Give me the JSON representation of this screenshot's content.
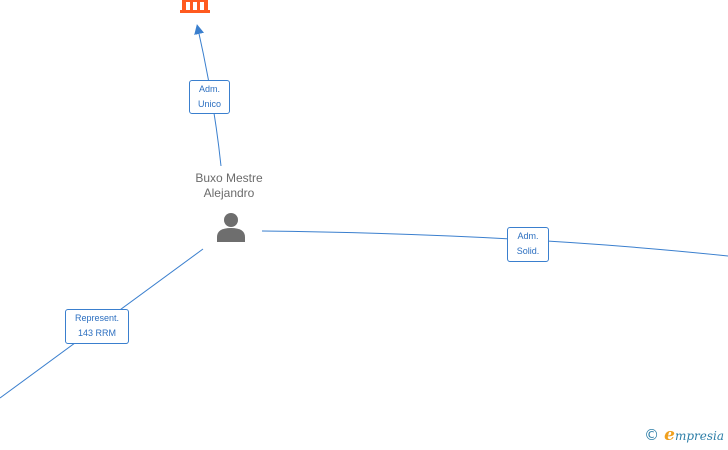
{
  "graph": {
    "person": {
      "name_line1": "Buxo Mestre",
      "name_line2": "Alejandro",
      "icon": "person-icon"
    },
    "company": {
      "icon": "building-icon",
      "color": "#ff5a1f"
    },
    "edge_color": "#3a7fce",
    "edges": [
      {
        "id": "adm-unico",
        "line1": "Adm.",
        "line2": "Unico"
      },
      {
        "id": "adm-solid",
        "line1": "Adm.",
        "line2": "Solid."
      },
      {
        "id": "represent",
        "line1": "Represent.",
        "line2": "143 RRM"
      }
    ]
  },
  "footer": {
    "copyright_symbol": "©",
    "brand_initial": "e",
    "brand_rest": "mpresia",
    "brand_color": "#2f7fa8",
    "initial_color": "#f0a01e"
  }
}
